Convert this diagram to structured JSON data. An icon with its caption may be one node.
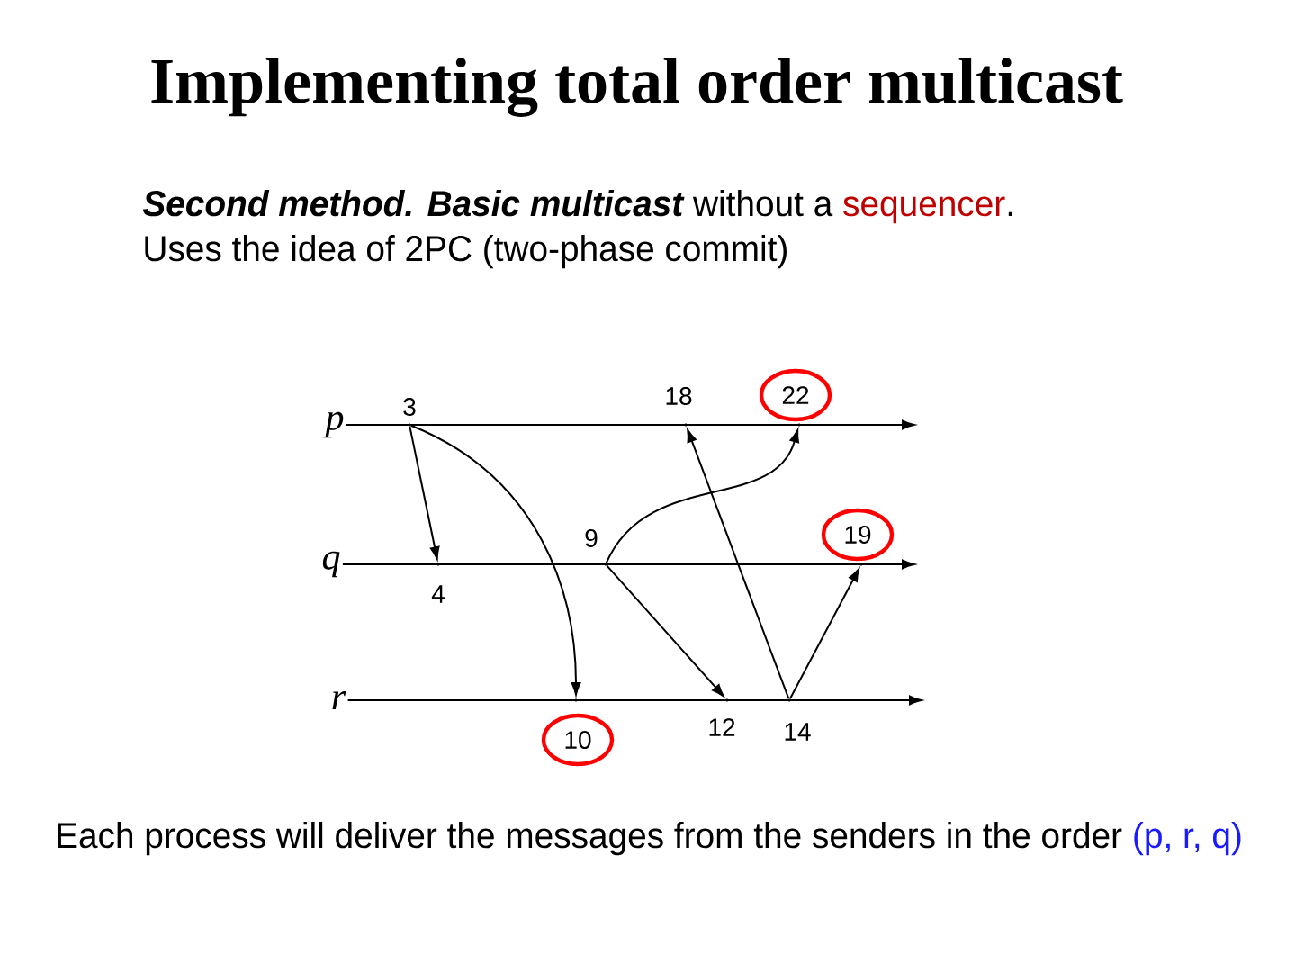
{
  "diagram": {
    "title": "Implementing total order multicast",
    "nodes": [
      {
        "text": [
          "p"
        ]
      },
      {
        "text": [
          "q"
        ]
      },
      {
        "text": [
          "r"
        ]
      },
      {
        "text": [],
        "shape": "point",
        "beside": [
          "3"
        ]
      },
      {
        "text": [],
        "shape": "point",
        "beside": [
          "4"
        ]
      },
      {
        "text": [],
        "shape": "point",
        "beside": [
          "9"
        ]
      },
      {
        "text": [],
        "shape": "point"
      },
      {
        "text": [],
        "shape": "point",
        "beside": [
          "12"
        ]
      },
      {
        "text": [],
        "shape": "point",
        "beside": [
          "14"
        ]
      },
      {
        "text": [],
        "shape": "point",
        "beside": [
          "18"
        ]
      },
      {
        "text": [],
        "shape": "point"
      },
      {
        "text": [],
        "shape": "point"
      },
      {
        "text": [
          "22"
        ]
      },
      {
        "text": [
          "19"
        ]
      },
      {
        "text": [
          "10"
        ]
      }
    ],
    "edges": [
      {
        "from": 0,
        "to": null,
        "arrow": "to"
      },
      {
        "from": 1,
        "to": null,
        "arrow": "to"
      },
      {
        "from": 2,
        "to": null,
        "arrow": "to"
      },
      {
        "from": 3,
        "to": 4,
        "arrow": "to"
      },
      {
        "from": 3,
        "to": 6,
        "arrow": "to"
      },
      {
        "from": 5,
        "to": 10,
        "arrow": "to"
      },
      {
        "from": 5,
        "to": 7,
        "arrow": "to"
      },
      {
        "from": 8,
        "to": 9,
        "arrow": "to"
      },
      {
        "from": 8,
        "to": 11,
        "arrow": "to"
      }
    ],
    "labels": [
      "Second method. Basic multicast",
      "without a",
      "sequencer",
      ".",
      "Uses the idea of 2PC (two-phase commit)",
      "Each process will deliver the messages from the senders in the order",
      "(p, r, q)"
    ]
  }
}
